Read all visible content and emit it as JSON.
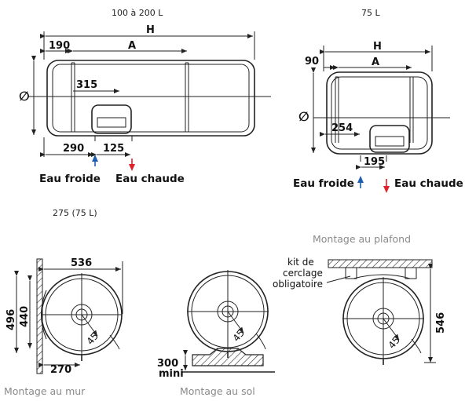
{
  "captions": {
    "tank_large": "100 à 200 L",
    "tank_small": "75 L",
    "mid_note": "275 (75 L)"
  },
  "mounting": {
    "wall": "Montage au mur",
    "floor": "Montage au sol",
    "ceiling": "Montage au plafond"
  },
  "large_tank": {
    "H": "H",
    "A": "A",
    "diameter": "∅",
    "d190": "190",
    "d315": "315",
    "d290": "290",
    "d125": "125",
    "cold": "Eau froide",
    "hot": "Eau chaude"
  },
  "small_tank": {
    "H": "H",
    "A": "A",
    "diameter": "∅",
    "d90": "90",
    "d254": "254",
    "d195": "195",
    "cold": "Eau froide",
    "hot": "Eau chaude"
  },
  "wall_view": {
    "d536": "536",
    "d496": "496",
    "d440": "440",
    "d270": "270",
    "angle": "45"
  },
  "floor_view": {
    "d300": "300",
    "mini": "mini",
    "angle": "45"
  },
  "ceiling_view": {
    "kit_1": "kit de",
    "kit_2": "cerclage",
    "kit_3": "obligatoire",
    "d546": "546",
    "angle": "45"
  },
  "colors": {
    "cold_arrow": "#1f5fb0",
    "hot_arrow": "#e0202a",
    "caption_gray": "#8a8a8a"
  }
}
